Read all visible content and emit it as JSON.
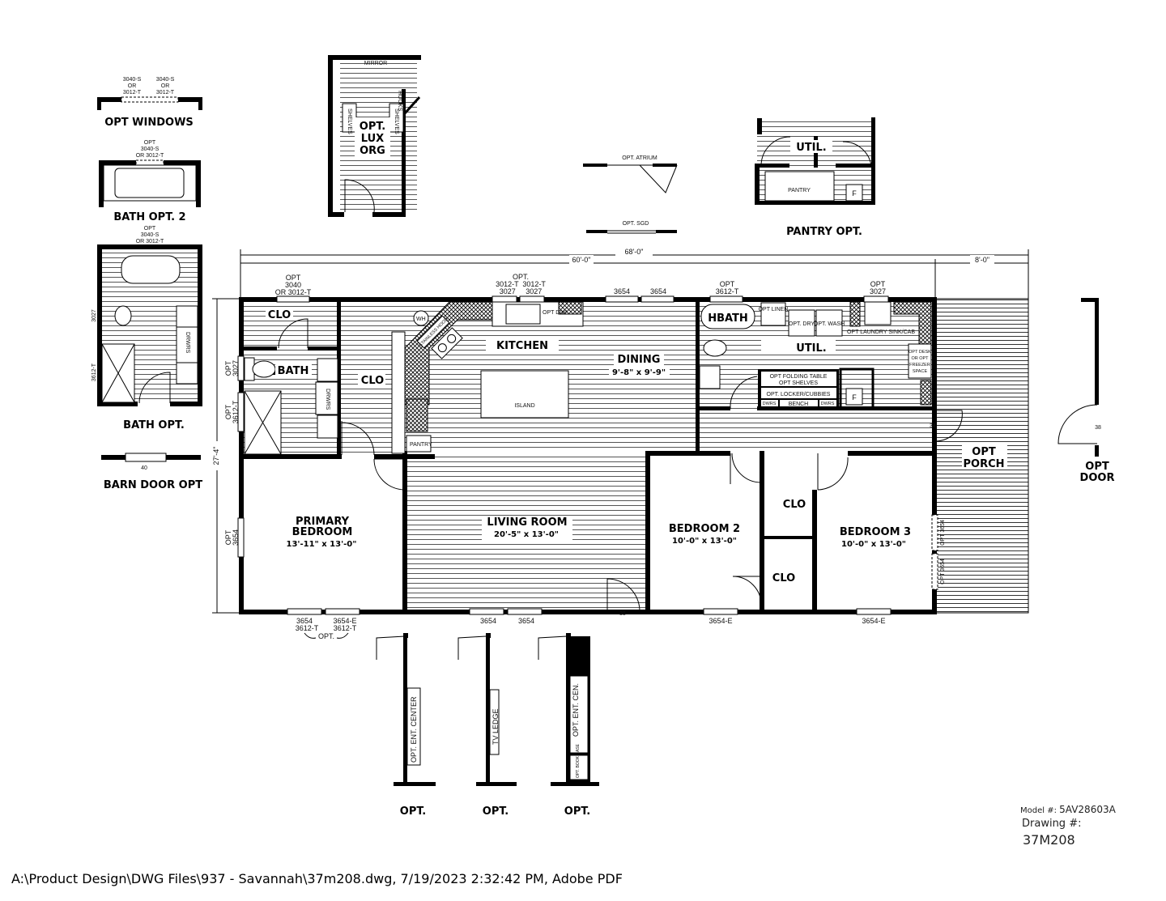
{
  "rooms": {
    "primary_bedroom": {
      "name": "PRIMARY\nBEDROOM",
      "name_1": "PRIMARY",
      "name_2": "BEDROOM",
      "size": "13'-11\" x 13'-0\""
    },
    "living_room": {
      "name": "LIVING ROOM",
      "size": "20'-5\" x 13'-0\""
    },
    "bedroom_2": {
      "name": "BEDROOM 2",
      "size": "10'-0\" x 13'-0\""
    },
    "bedroom_3": {
      "name": "BEDROOM 3",
      "size": "10'-0\" x 13'-0\""
    },
    "dining": {
      "name": "DINING",
      "size": "9'-8\" x 9'-9\""
    },
    "kitchen": {
      "name": "KITCHEN"
    },
    "bath": {
      "name": "BATH"
    },
    "hbath": {
      "name": "HBATH"
    },
    "util": {
      "name": "UTIL."
    },
    "clo": "CLO",
    "opt_porch_1": "OPT",
    "opt_porch_2": "PORCH"
  },
  "fixtures": {
    "island": "ISLAND",
    "pantry": "PANTRY",
    "wh": "WH",
    "stainless_hood": "STAINLESS HOOD",
    "opt_dw": "OPT D/W",
    "drwrs": "DRWRS",
    "opt_linen": "OPT LINEN",
    "opt_dry": "OPT. DRY",
    "opt_wash": "OPT. WASH",
    "opt_laundry": "OPT LAUNDRY SINK/CAB",
    "opt_desk": [
      "OPT DESK",
      "OR OPT",
      "FREEZER",
      "SPACE"
    ],
    "folding_table": "OPT FOLDING TABLE",
    "opt_shelves": "OPT SHELVES",
    "locker": "OPT. LOCKER/CUBBIES",
    "dwrs": "DWRS",
    "bench": "BENCH",
    "f": "F",
    "shelves": "SHELVES",
    "hooks": "HOOKS",
    "mirror": "MIRROR"
  },
  "dimensions": {
    "overall": "68'-0\"",
    "main": "60'-0\"",
    "porch": "8'-0\"",
    "depth": "27'-4\"",
    "door_34": "34",
    "door_38": "38"
  },
  "windows": {
    "top_bath": [
      "OPT",
      "3040",
      "OR 3012-T"
    ],
    "top_kitchen": [
      "OPT.",
      "3012-T  3012-T",
      "3027     3027"
    ],
    "top_dining": [
      "3654",
      "3654"
    ],
    "top_hbath": [
      "OPT",
      "3612-T"
    ],
    "top_util": [
      "OPT",
      "3027"
    ],
    "left_bath": [
      "OPT",
      "3027"
    ],
    "left_shower": [
      "OPT",
      "3612-T"
    ],
    "left_bedroom": [
      "OPT",
      "3654"
    ],
    "bottom_primary": [
      "3654",
      "3612-T",
      "3654-E",
      "3612-T",
      "OPT."
    ],
    "bottom_living": [
      "3654",
      "3654"
    ],
    "bottom_bed2": "3654-E",
    "bottom_bed3": "3654-E",
    "porch_right": [
      "OPT 3654",
      "OPT 3654"
    ]
  },
  "options": {
    "opt_windows": {
      "label": "OPT WINDOWS",
      "notes": [
        "3040-S",
        "OR",
        "3012-T"
      ]
    },
    "bath_opt_2": {
      "label": "BATH OPT. 2",
      "notes": [
        "OPT",
        "3040-S",
        "OR 3012-T"
      ]
    },
    "bath_opt": {
      "label": "BATH OPT.",
      "notes": [
        "OPT",
        "3040-S",
        "OR 3012-T"
      ],
      "side1": "3027",
      "side2": "3612-T"
    },
    "barn_door": {
      "label": "BARN DOOR OPT",
      "note": "40"
    },
    "lux_org": {
      "label_1": "OPT.",
      "label_2": "LUX",
      "label_3": "ORG"
    },
    "atrium": "OPT. ATRIUM",
    "sgd": "OPT. SGD",
    "pantry_opt": {
      "label": "PANTRY OPT.",
      "util": "UTIL.",
      "pantry": "PANTRY"
    },
    "opt_door": {
      "label_1": "OPT",
      "label_2": "DOOR",
      "note": "38"
    },
    "ent_center": {
      "label": "OPT.",
      "text": "OPT. ENT. CENTER"
    },
    "tv_ledge": {
      "label": "OPT.",
      "text": "TV LEDGE"
    },
    "ent_cen_book": {
      "label": "OPT.",
      "text": "OPT. ENT. CEN.",
      "book": "OPT. BOOK CASE"
    }
  },
  "title_block": {
    "model_label": "Model #:",
    "model": "5AV28603A",
    "drawing_label": "Drawing #:",
    "drawing": "37M208"
  },
  "footer": "A:\\Product Design\\DWG Files\\937 - Savannah\\37m208.dwg, 7/19/2023 2:32:42 PM, Adobe PDF"
}
